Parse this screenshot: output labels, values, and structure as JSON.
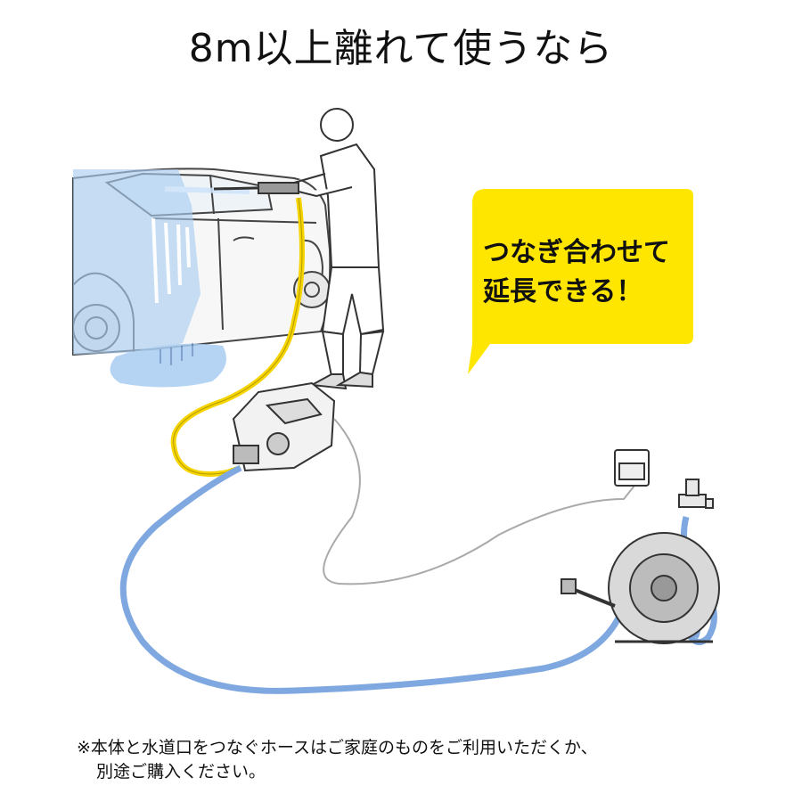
{
  "title": "8m以上離れて使うなら",
  "bubble": {
    "line1": "つなぎ合わせて",
    "line2": "延長できる！",
    "color": "#ffe600"
  },
  "note": {
    "line1": "※本体と水道口をつなぐホースはご家庭のものをご利用いただくか、",
    "line2": "別途ご購入ください。"
  },
  "colors": {
    "hose_yellow": "#f5d400",
    "hose_blue": "#7fa8e0",
    "water": "#a9cdf2"
  }
}
